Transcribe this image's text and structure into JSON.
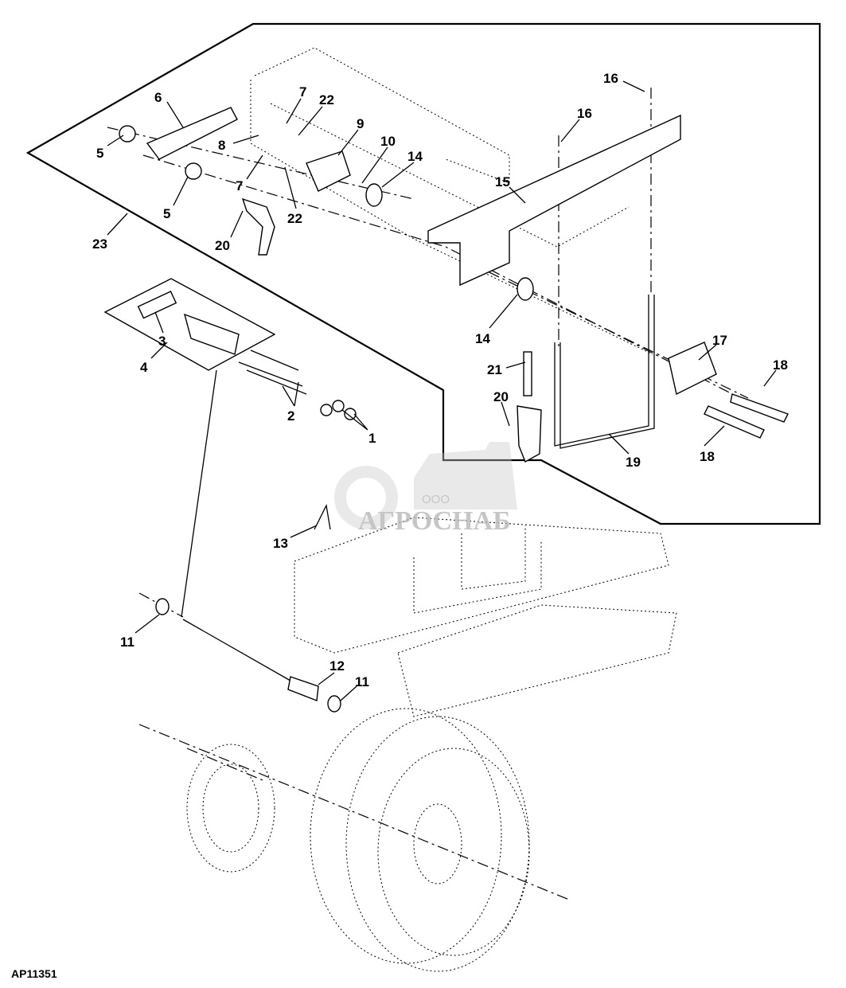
{
  "diagram_code": "AP11351",
  "watermark": {
    "prefix": "ООО",
    "name": "АГРОСНАБ"
  },
  "callouts": [
    "16",
    "16",
    "7",
    "22",
    "6",
    "8",
    "9",
    "10",
    "14",
    "5",
    "7",
    "5",
    "15",
    "20",
    "22",
    "23",
    "3",
    "4",
    "14",
    "17",
    "21",
    "18",
    "20",
    "2",
    "1",
    "19",
    "18",
    "13",
    "12",
    "11",
    "11"
  ]
}
